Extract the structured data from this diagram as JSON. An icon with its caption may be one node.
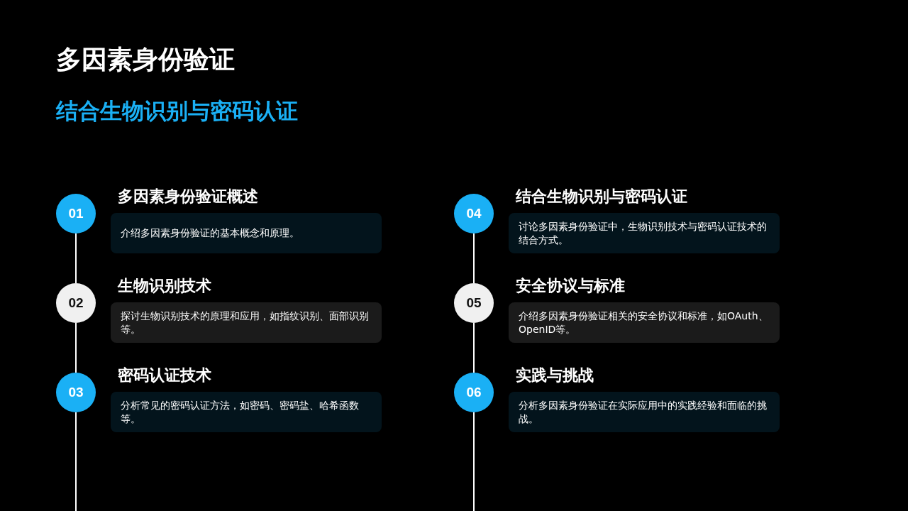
{
  "diagram": {
    "title": "多因素身份验证",
    "nodes": [
      {
        "text": [
          "01"
        ]
      },
      {
        "text": [
          "多因素身份验证概述",
          "介绍多因素身份验证的基本概念和原理。"
        ]
      },
      {
        "text": [
          "02"
        ]
      },
      {
        "text": [
          "生物识别技术",
          "探讨生物识别技术的原理和应用，如指纹识别、面部识别等。"
        ]
      },
      {
        "text": [
          "03"
        ]
      },
      {
        "text": [
          "密码认证技术",
          "分析常见的密码认证方法，如密码、密码盐、哈希函数等。"
        ]
      },
      {
        "text": [
          "04"
        ]
      },
      {
        "text": [
          "结合生物识别与密码认证",
          "讨论多因素身份验证中，生物识别技术与密码认证技术的结合方式。"
        ]
      },
      {
        "text": [
          "05"
        ]
      },
      {
        "text": [
          "安全协议与标准",
          "介绍多因素身份验证相关的安全协议和标准，如OAuth、OpenID等。"
        ]
      },
      {
        "text": [
          "06"
        ]
      },
      {
        "text": [
          "实践与挑战",
          "分析多因素身份验证在实际应用中的实践经验和面临的挑战。"
        ]
      }
    ],
    "edges": [
      {
        "from": 0,
        "to": 2,
        "arrow": "none"
      },
      {
        "from": 2,
        "to": 4,
        "arrow": "none"
      },
      {
        "from": 4,
        "to": null,
        "arrow": "none"
      },
      {
        "from": 6,
        "to": 8,
        "arrow": "none"
      },
      {
        "from": 8,
        "to": 10,
        "arrow": "none"
      },
      {
        "from": 10,
        "to": null,
        "arrow": "none"
      }
    ],
    "labels": [
      "结合生物识别与密码认证"
    ]
  }
}
